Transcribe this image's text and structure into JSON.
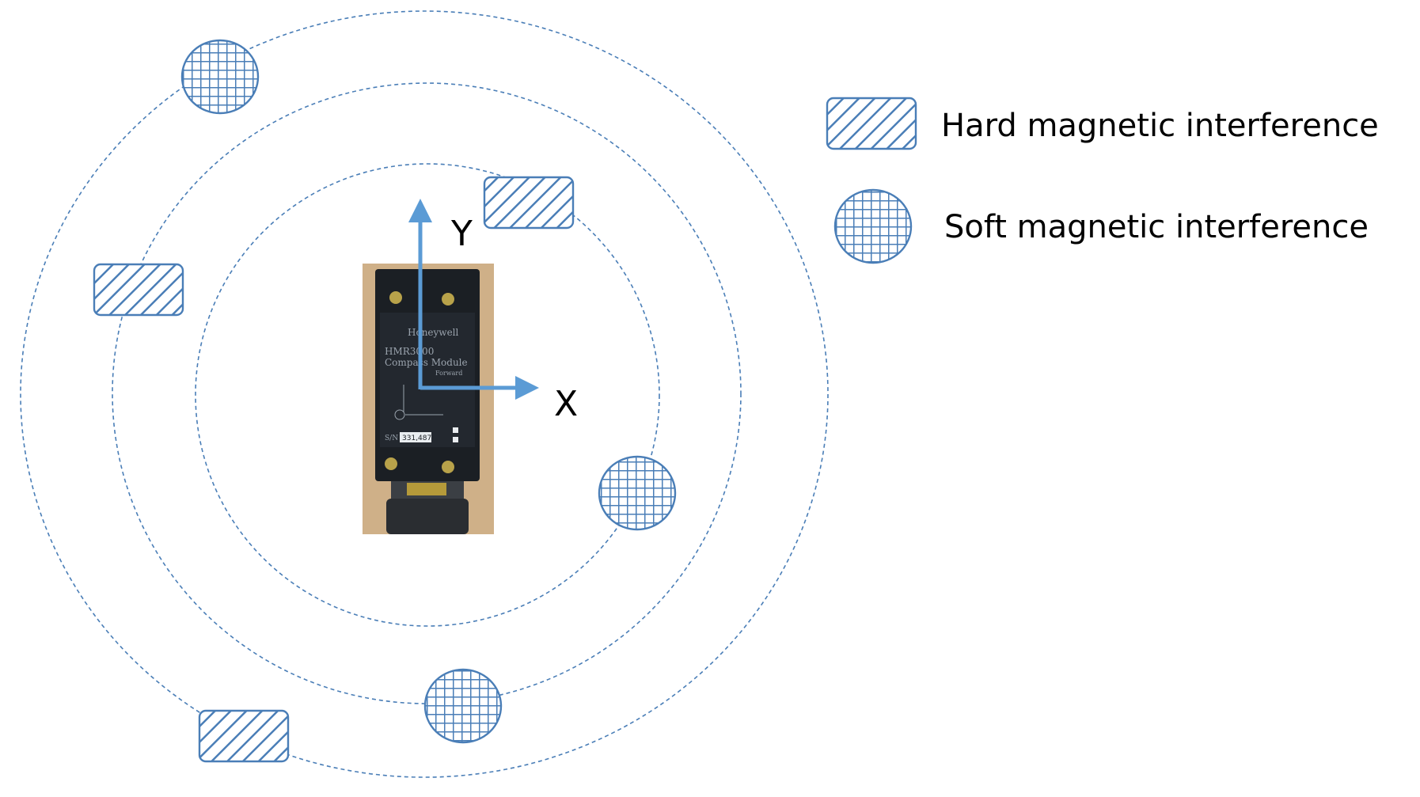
{
  "diagram": {
    "colors": {
      "orbit": "#4a7eb7",
      "axis": "#5b9bd5",
      "pattern_fill": "#ffffff",
      "pattern_line": "#4a7eb7",
      "device_body": "#1b1f24",
      "device_background": "#d3b58f"
    },
    "axes": {
      "x_label": "X",
      "y_label": "Y"
    },
    "legend": {
      "hard_label": "Hard magnetic interference",
      "soft_label": "Soft magnetic interference"
    },
    "device": {
      "brand": "Honeywell",
      "model_line": "HMR3000",
      "product_line": "Compass Module",
      "forward_label": "Forward",
      "serial_label": "S/N",
      "serial_value": "331,487"
    },
    "icons": {
      "hard": "diagonal-hatch-rectangle",
      "soft": "grid-hatch-circle",
      "device": "compass-module-photo"
    }
  }
}
